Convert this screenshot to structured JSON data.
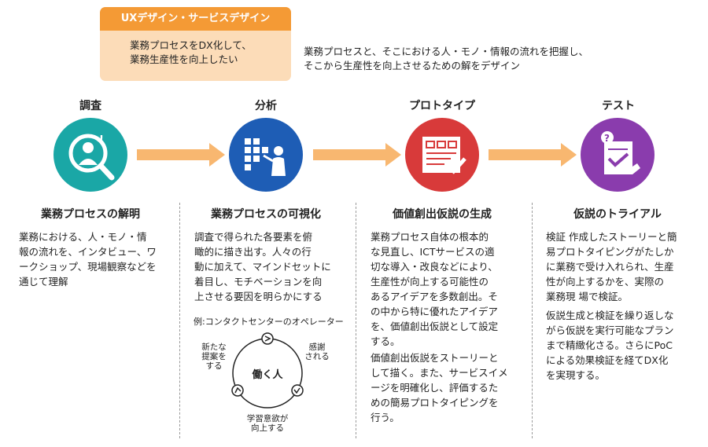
{
  "header": {
    "category_label": "UXデザイン・サービスデザイン",
    "goal": "業務プロセスをDX化して、\n業務生産性を向上したい",
    "description": "業務プロセスと、そこにおける人・モノ・情報の流れを把握し、\nそこから生産性を向上させるための解をデザイン"
  },
  "colors": {
    "orange": "#f49a35",
    "orange_light": "#fcdcb8",
    "arrow": "#f8b770",
    "teal": "#1aa7a6",
    "blue": "#1e5db5",
    "red": "#d83a3a",
    "purple": "#8a3cad"
  },
  "steps": [
    {
      "title": "調査",
      "icon": "magnifier-person-icon",
      "heading": "業務プロセスの解明",
      "body": "業務における、人・モノ・情\n報の流れを、インタビュー、ワ\nークショップ、現場観察などを\n通じて理解"
    },
    {
      "title": "分析",
      "icon": "analysis-presenter-icon",
      "heading": "業務プロセスの可視化",
      "body": "調査で得られた各要素を俯\n瞰的に描き出す。人々の行\n動に加えて、マインドセットに\n着目し、モチベーションを向\n上させる要因を明らかにする"
    },
    {
      "title": "プロトタイプ",
      "icon": "prototype-sketch-icon",
      "heading": "価値創出仮説の生成",
      "body": "業務プロセス自体の根本的\nな見直し、ICTサービスの適\n切な導入・改良などにより、\n生産性が向上する可能性の\nあるアイデアを多数創出。そ\nの中から特に優れたアイデア\nを、価値創出仮説として設定\nする。",
      "body2": "価値創出仮説をストーリーと\nして描く。また、サービスイメ\nージを明確化し、評価するた\nめの簡易プロトタイピングを\n行う。"
    },
    {
      "title": "テスト",
      "icon": "test-checklist-icon",
      "heading": "仮説のトライアル",
      "body": "検証 作成したストーリーと簡\n易プロトタイピングがたしか\nに業務で受け入れられ、生産\n性が向上するかを、実際の\n業務現 場で検証。",
      "body2": "仮説生成と検証を繰り返しな\nがら仮説を実行可能なプラン\nまで精緻化さる。さらにPoC\nによる効果検証を経てDX化\nを実現する。"
    }
  ],
  "example": {
    "title": "例:コンタクトセンターのオペレーター",
    "center": "働く人",
    "labels": [
      "新たな\n提案を\nする",
      "感謝\nされる",
      "学習意欲が\n向上する"
    ]
  }
}
